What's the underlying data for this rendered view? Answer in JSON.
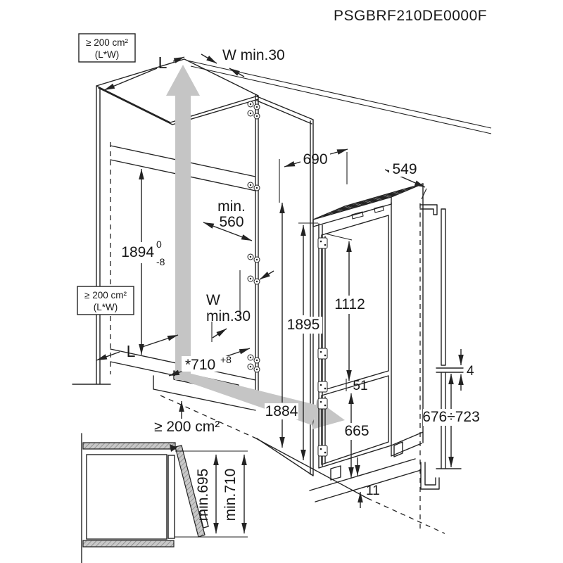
{
  "title": "PSGBRF210DE0000F",
  "vents": {
    "top_box_line1": "≥ 200 cm²",
    "top_box_line2": "(L*W)",
    "mid_box_line1": "≥ 200 cm²",
    "mid_box_line2": "(L*W)",
    "bottom_label": "≥ 200 cm²"
  },
  "niche": {
    "length_top": "L",
    "wall_gap_top": "W min.30",
    "height": "1894",
    "height_tol_upper": "0",
    "height_tol_lower": "-8",
    "depth_line1": "min.",
    "depth_line2": "560",
    "wall_gap_side_line1": "W",
    "wall_gap_side_line2": "min.30",
    "length_bottom": "L",
    "width": "*710",
    "width_tol": "+8",
    "front_height": "1884"
  },
  "appliance": {
    "depth_with_door": "690",
    "depth_body": "549",
    "height": "1895",
    "upper_door_height": "1112",
    "door_gap": "51",
    "lower_door_height": "665",
    "floor_gap": "11"
  },
  "door_panels": {
    "panel_gap": "4",
    "lower_panel_range": "676÷723"
  },
  "plan_view": {
    "depth_min_inner": "min.695",
    "depth_min_outer": "min.710"
  },
  "colors": {
    "line": "#232323",
    "airflow_arrow": "#c5c5c5",
    "hatch_fill": "#c9c9c9"
  }
}
